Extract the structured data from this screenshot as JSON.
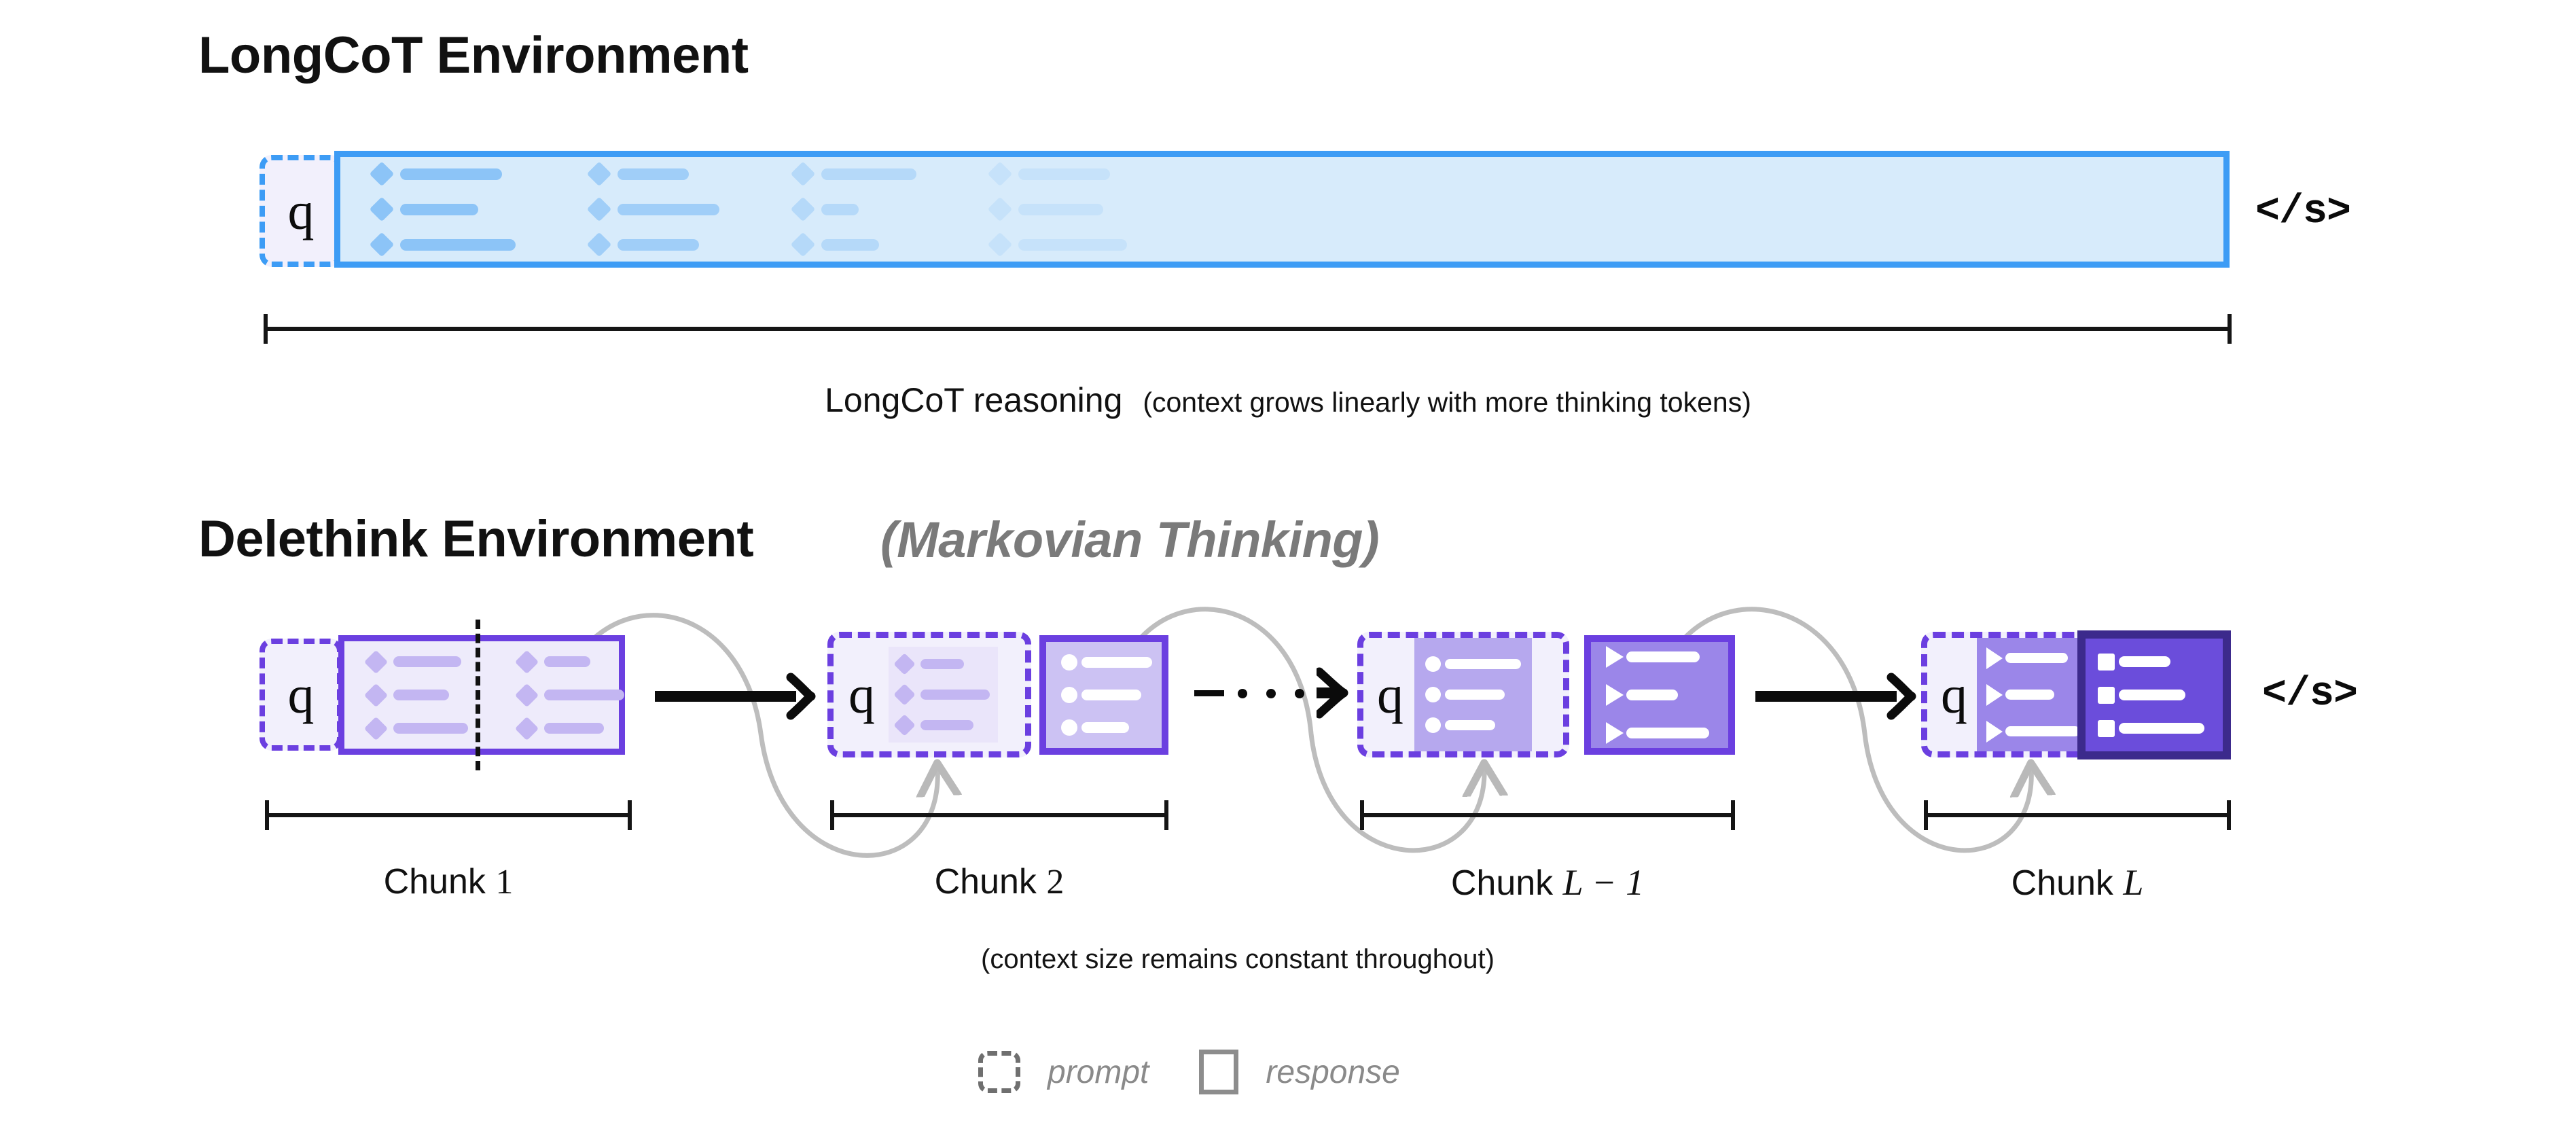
{
  "sections": {
    "longcot": {
      "title": "LongCoT Environment",
      "prompt_glyph": "q",
      "end_token": "</s>",
      "caption_main": "LongCoT reasoning",
      "caption_paren": "(context grows linearly with more thinking tokens)",
      "box_fill": "#d7ebfb",
      "box_border": "#3d9cf5",
      "bullet_color": "#8cc4f7",
      "prompt_border": "#3d9cf5",
      "groups": [
        {
          "opacity": 1.0,
          "lines": [
            150,
            115,
            170
          ]
        },
        {
          "opacity": 0.72,
          "lines": [
            105,
            150,
            120
          ]
        },
        {
          "opacity": 0.45,
          "lines": [
            140,
            55,
            85
          ]
        },
        {
          "opacity": 0.22,
          "lines": [
            135,
            125,
            160
          ]
        }
      ]
    },
    "delethink": {
      "title": "Delethink Environment",
      "subtitle": "(Markovian Thinking)",
      "prompt_glyph": "q",
      "end_token": "</s>",
      "caption_small": "(context size remains constant throughout)",
      "ellipsis_dots": 3,
      "chunks": [
        {
          "label_prefix": "Chunk ",
          "label_var": "1",
          "label_var_kind": "num",
          "carry": null,
          "response": {
            "fill": "#eeebfb",
            "border": "#6b3fe0",
            "bullet": "#c3b6f2",
            "bullet_shape": "diamond",
            "line_color": "#c3b6f2",
            "groups": [
              {
                "lines": [
                  168,
                  130,
                  180
                ]
              },
              {
                "lines": [
                  112,
                  190,
                  130
                ]
              }
            ],
            "split_divider": true
          }
        },
        {
          "label_prefix": "Chunk ",
          "label_var": "2",
          "label_var_kind": "num",
          "carry": {
            "fill": "#eae5fa",
            "bullet": "#c3b6f2",
            "bullet_shape": "diamond",
            "line_color": "#c3b6f2",
            "lines": [
              95,
              140,
              110
            ]
          },
          "response": {
            "fill": "#ccc2f3",
            "border": "#6b3fe0",
            "bullet": "#ffffff",
            "bullet_shape": "circle",
            "line_color": "#ffffff",
            "groups": [
              {
                "lines": [
                  160,
                  140,
                  110
                ]
              }
            ],
            "split_divider": false
          }
        },
        {
          "label_prefix": "Chunk ",
          "label_var": "L − 1",
          "label_var_kind": "expr",
          "carry": {
            "fill": "#b6a8ee",
            "bullet": "#ffffff",
            "bullet_shape": "circle",
            "line_color": "#ffffff",
            "lines": [
              150,
              120,
              100
            ]
          },
          "response": {
            "fill": "#9b86e9",
            "border": "#6b3fe0",
            "bullet": "#ffffff",
            "bullet_shape": "tri",
            "line_color": "#ffffff",
            "groups": [
              {
                "lines": [
                  130,
                  95,
                  145
                ]
              }
            ],
            "split_divider": false
          }
        },
        {
          "label_prefix": "Chunk ",
          "label_var": "L",
          "label_var_kind": "var",
          "carry": {
            "fill": "#9b86e9",
            "bullet": "#ffffff",
            "bullet_shape": "tri",
            "line_color": "#ffffff",
            "lines": [
              120,
              95,
              145
            ]
          },
          "response": {
            "fill": "#6b4ddb",
            "border": "#3c2a8c",
            "bullet": "#ffffff",
            "bullet_shape": "square",
            "line_color": "#ffffff",
            "groups": [
              {
                "lines": [
                  105,
                  140,
                  175
                ]
              }
            ],
            "split_divider": false
          }
        }
      ]
    },
    "legend": {
      "prompt_label": "prompt",
      "response_label": "response",
      "prompt_icon": "dashed-rounded-box-icon",
      "response_icon": "solid-square-box-icon",
      "color": "#8a8a8a"
    }
  }
}
